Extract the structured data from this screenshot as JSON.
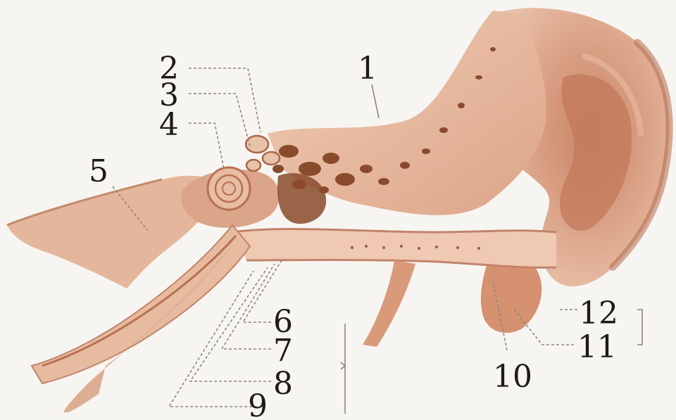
{
  "labels": {
    "n1": "1",
    "n2": "2",
    "n3": "3",
    "n4": "4",
    "n5": "5",
    "n6": "6",
    "n7": "7",
    "n8": "8",
    "n9": "9",
    "n10": "10",
    "n11": "11",
    "n12": "12"
  },
  "colors": {
    "background": "#f7f5f2",
    "bone": "#e9bfa2",
    "flesh": "#d99a7a",
    "dark_flesh": "#b8704f",
    "cavity": "#8a4a2c",
    "label_ink": "#1e1a17",
    "leader_line": "#8c8682"
  }
}
